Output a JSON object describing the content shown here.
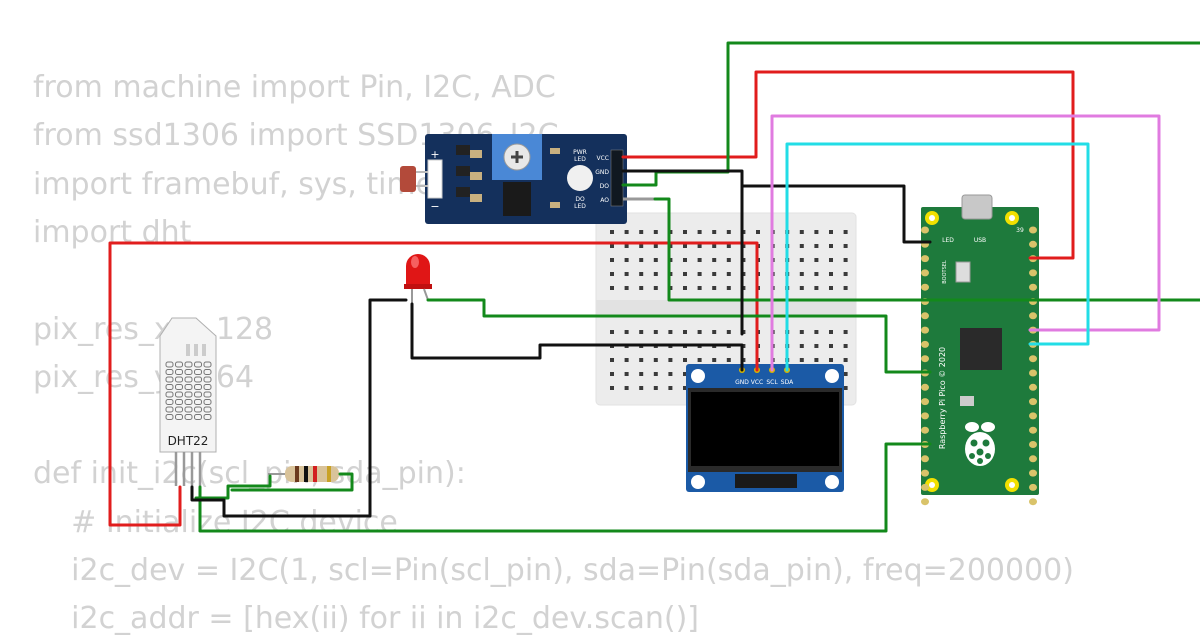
{
  "code_lines": [
    "from machine import Pin, I2C, ADC",
    "from ssd1306 import SSD1306_I2C",
    "import framebuf, sys, time",
    "import dht",
    "",
    "pix_res_x = 128",
    "pix_res_y = 64",
    "",
    "def init_i2c(scl_pin, sda_pin):",
    "    # Initialize I2C device",
    "    i2c_dev = I2C(1, scl=Pin(scl_pin), sda=Pin(sda_pin), freq=200000)",
    "    i2c_addr = [hex(ii) for ii in i2c_dev.scan()]"
  ],
  "ldr_module": {
    "plus": "+",
    "minus": "−",
    "pwr_led": [
      "PWR",
      "LED"
    ],
    "do_led": [
      "DO",
      "LED"
    ],
    "pins": [
      "VCC",
      "GND",
      "DO",
      "AO"
    ]
  },
  "dht22": {
    "label": "DHT22"
  },
  "oled": {
    "pins": [
      "GND",
      "VCC",
      "SCL",
      "SDA"
    ]
  },
  "pico": {
    "led_label": "LED",
    "usb_label": "USB",
    "pin_label": "39",
    "bootsel_label": "BOOTSEL",
    "brand": "Raspberry Pi Pico © 2020"
  },
  "wire_colors": {
    "red": "#e11d1d",
    "green": "#13891b",
    "black": "#111111",
    "magenta": "#e07be0",
    "cyan": "#22dde6"
  }
}
